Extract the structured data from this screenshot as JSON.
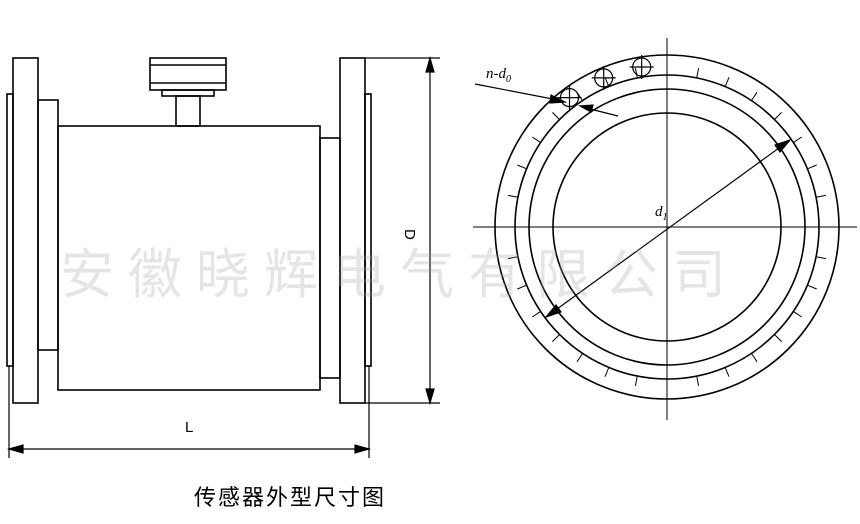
{
  "labels": {
    "length": "L",
    "diameter": "D",
    "bolt_holes": "n-d",
    "bolt_holes_sub": "0",
    "bolt_circle": "d",
    "bolt_circle_sub": "1"
  },
  "caption": "传感器外型尺寸图",
  "watermark": "安徽晓辉电气有限公司"
}
